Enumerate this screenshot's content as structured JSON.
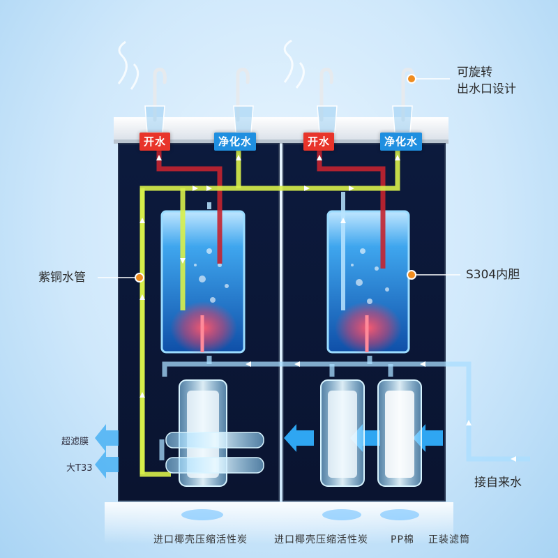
{
  "outlets": {
    "hot_1": "开水",
    "pure_1": "净化水",
    "hot_2": "开水",
    "pure_2": "净化水"
  },
  "callouts": {
    "rotating_outlet_line1": "可旋转",
    "rotating_outlet_line2": "出水口设计",
    "copper_pipe": "紫铜水管",
    "inner_tank": "S304内胆",
    "tap_water_inlet": "接自来水"
  },
  "side_filters": {
    "ultrafiltration": "超滤膜",
    "big_t33": "大T33"
  },
  "bottom_filters": [
    "进口椰壳压缩活性炭",
    "进口椰壳压缩活性炭",
    "PP棉",
    "正装滤筒"
  ],
  "colors": {
    "hot": "#e8342a",
    "pure": "#1f8fe0",
    "copper_pipe": "#d8f04a",
    "callout_dot": "#f08c1e",
    "cabinet": "#0b1836"
  }
}
